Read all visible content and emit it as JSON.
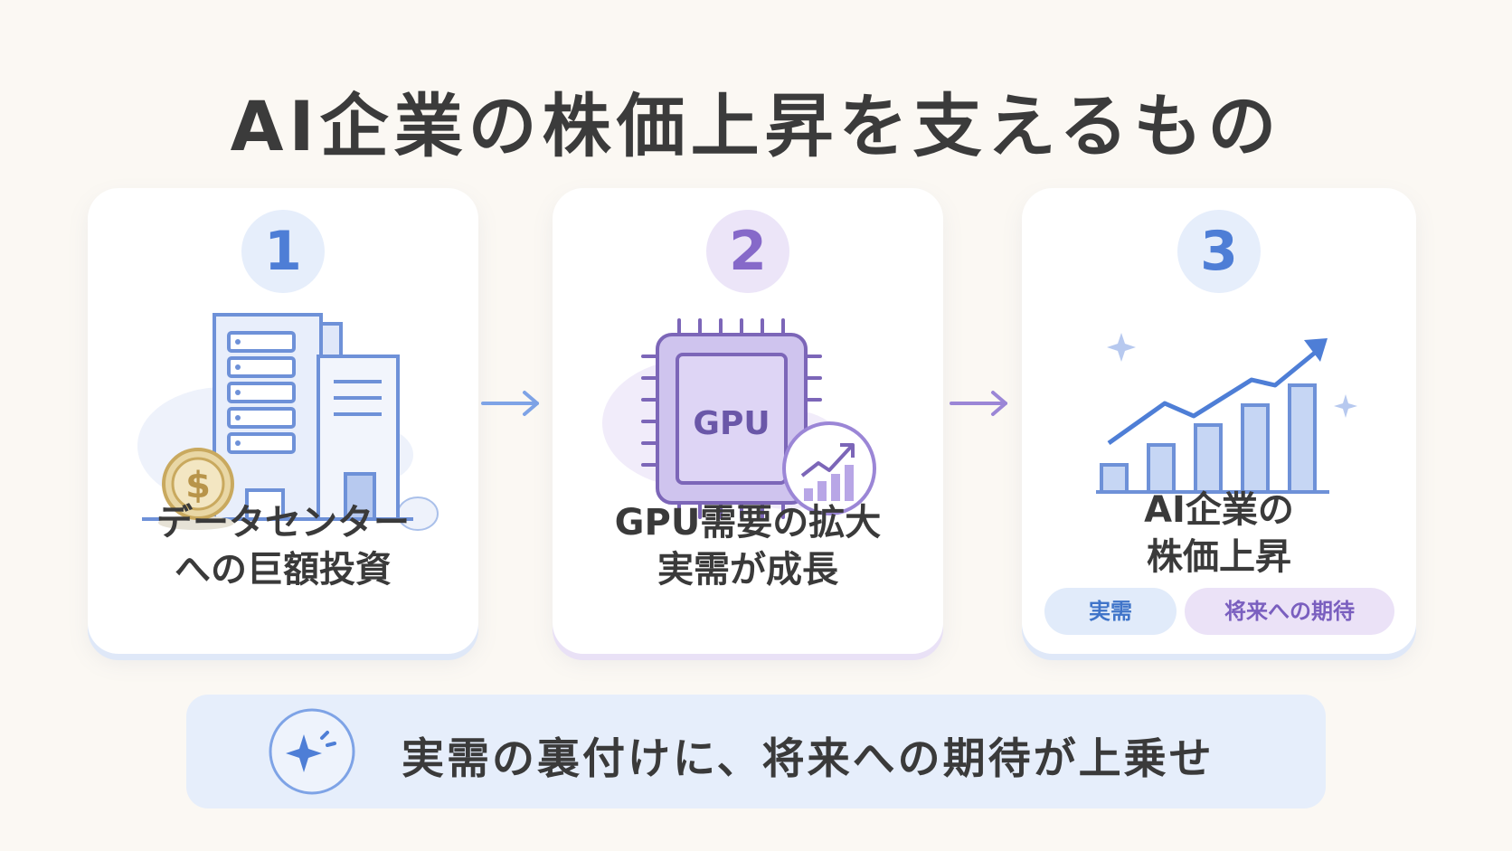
{
  "title": "AI企業の株価上昇を支えるもの",
  "steps": [
    {
      "number": "1",
      "line1": "データセンター",
      "line2": "への巨額投資",
      "icon": "data-center-building-icon",
      "accent": "#4e7ed6"
    },
    {
      "number": "2",
      "line1": "GPU需要の拡大",
      "line2": "実需が成長",
      "icon": "gpu-chip-icon",
      "chip_label": "GPU",
      "accent": "#8669c9"
    },
    {
      "number": "3",
      "line1": "AI企業の",
      "line2": "株価上昇",
      "icon": "rising-bar-chart-icon",
      "accent": "#4e7ed6",
      "tags": [
        "実需",
        "将来への期待"
      ]
    }
  ],
  "currency_symbol": "$",
  "conclusion": {
    "text": "実需の裏付けに、将来への期待が上乗せ",
    "icon": "sparkle-icon"
  },
  "colors": {
    "background": "#fbf8f3",
    "blue": "#4e7ed6",
    "purple": "#8669c9",
    "light_blue": "#e6eefb",
    "light_purple": "#ece5f8"
  }
}
